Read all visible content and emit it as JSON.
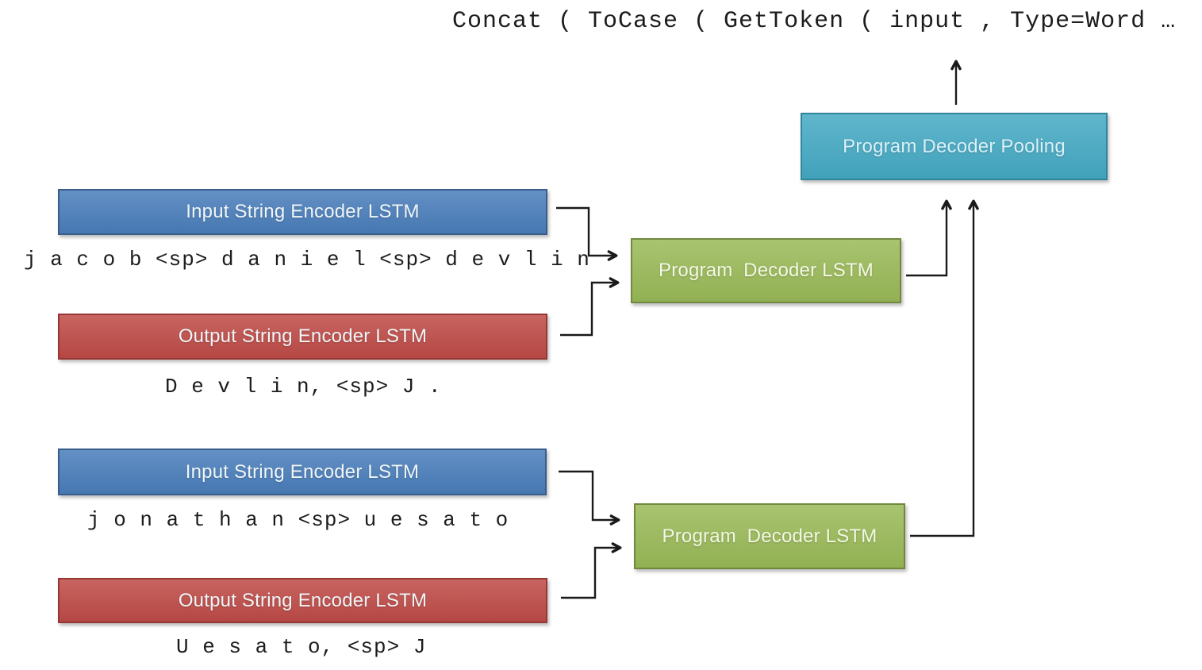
{
  "expression": {
    "text": "Concat ( ToCase ( GetToken ( input , Type=Word …"
  },
  "pooling": {
    "label": "Program Decoder Pooling"
  },
  "examples": [
    {
      "input_encoder_label": "Input String Encoder LSTM",
      "input_string": "j a c o b <sp> d a n i e l <sp> d e v l i n",
      "output_encoder_label": "Output String Encoder LSTM",
      "output_string": "D e v l i n, <sp> J .",
      "decoder_label": "Program  Decoder LSTM"
    },
    {
      "input_encoder_label": "Input String Encoder LSTM",
      "input_string": "j o n a t h a n <sp> u e s a t o",
      "output_encoder_label": "Output String Encoder LSTM",
      "output_string": "U e s a t o, <sp> J",
      "decoder_label": "Program  Decoder LSTM"
    }
  ],
  "colors": {
    "inputEncoderFill": "#4a7ebb",
    "inputEncoderBorder": "#385d8a",
    "outputEncoderFill": "#bf4b47",
    "outputEncoderBorder": "#953734",
    "decoderFill": "#9aba58",
    "decoderBorder": "#71893f",
    "poolingFill": "#45aac4",
    "poolingBorder": "#31859b",
    "arrow": "#1a1a1a",
    "text": "#1c1c1c",
    "boxLabel": "#f0f6f8"
  }
}
